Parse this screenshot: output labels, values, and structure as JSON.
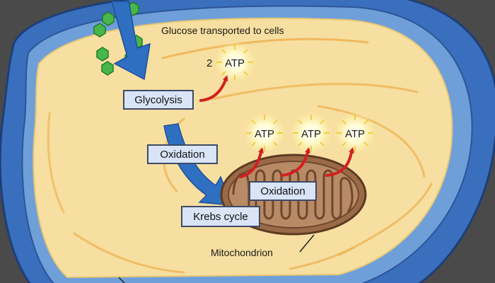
{
  "labels": {
    "glucose_transport": "Glucose transported to cells",
    "glycolysis": "Glycolysis",
    "oxidation_1": "Oxidation",
    "oxidation_2": "Oxidation",
    "krebs": "Krebs cycle",
    "mitochondrion": "Mitochondrion",
    "glycolysis_atp_count": "2",
    "atp": "ATP"
  },
  "colors": {
    "cytoplasm": "#f6dfa0",
    "membrane_blue": "#3a6fbe",
    "arrow_blue": "#2f6fc2",
    "glucose_green": "#48b64a",
    "atp_arrow_red": "#d21f1f",
    "mitochondrion_brown": "#9a6a48",
    "label_fill": "#d9e4f7"
  }
}
